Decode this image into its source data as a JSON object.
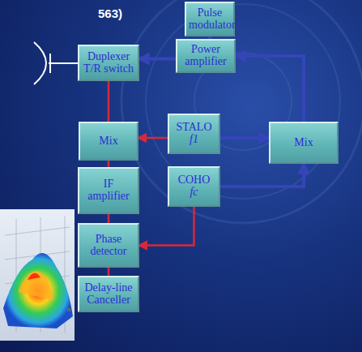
{
  "diagram": {
    "nodes": [
      {
        "text": [
          "Pulse modulator"
        ]
      },
      {
        "text": [
          "Power amplifier"
        ]
      },
      {
        "text": [
          "Duplexer T/R switch"
        ]
      },
      {
        "text": [
          "STALO",
          "f1"
        ]
      },
      {
        "text": [
          "Mix"
        ]
      },
      {
        "text": [
          "Mix"
        ]
      },
      {
        "text": [
          "IF amplifier"
        ]
      },
      {
        "text": [
          "COHO",
          "fc"
        ]
      },
      {
        "text": [
          "Phase detector"
        ]
      },
      {
        "text": [
          "Delay-line Canceller"
        ]
      }
    ],
    "edges": [
      {
        "from": 0,
        "to": 1,
        "arrow": "to"
      },
      {
        "from": 1,
        "to": 2,
        "arrow": "to"
      },
      {
        "from": 4,
        "to": 1,
        "arrow": "to"
      },
      {
        "from": 2,
        "to": 5,
        "arrow": "none"
      },
      {
        "from": 3,
        "to": 5,
        "arrow": "to"
      },
      {
        "from": 3,
        "to": 4,
        "arrow": "to"
      },
      {
        "from": 5,
        "to": 6,
        "arrow": "none"
      },
      {
        "from": 6,
        "to": 8,
        "arrow": "none"
      },
      {
        "from": 8,
        "to": 9,
        "arrow": "none"
      },
      {
        "from": 7,
        "to": 4,
        "arrow": "to"
      },
      {
        "from": 7,
        "to": 8,
        "arrow": "to"
      }
    ],
    "labels": [
      "563)"
    ]
  }
}
